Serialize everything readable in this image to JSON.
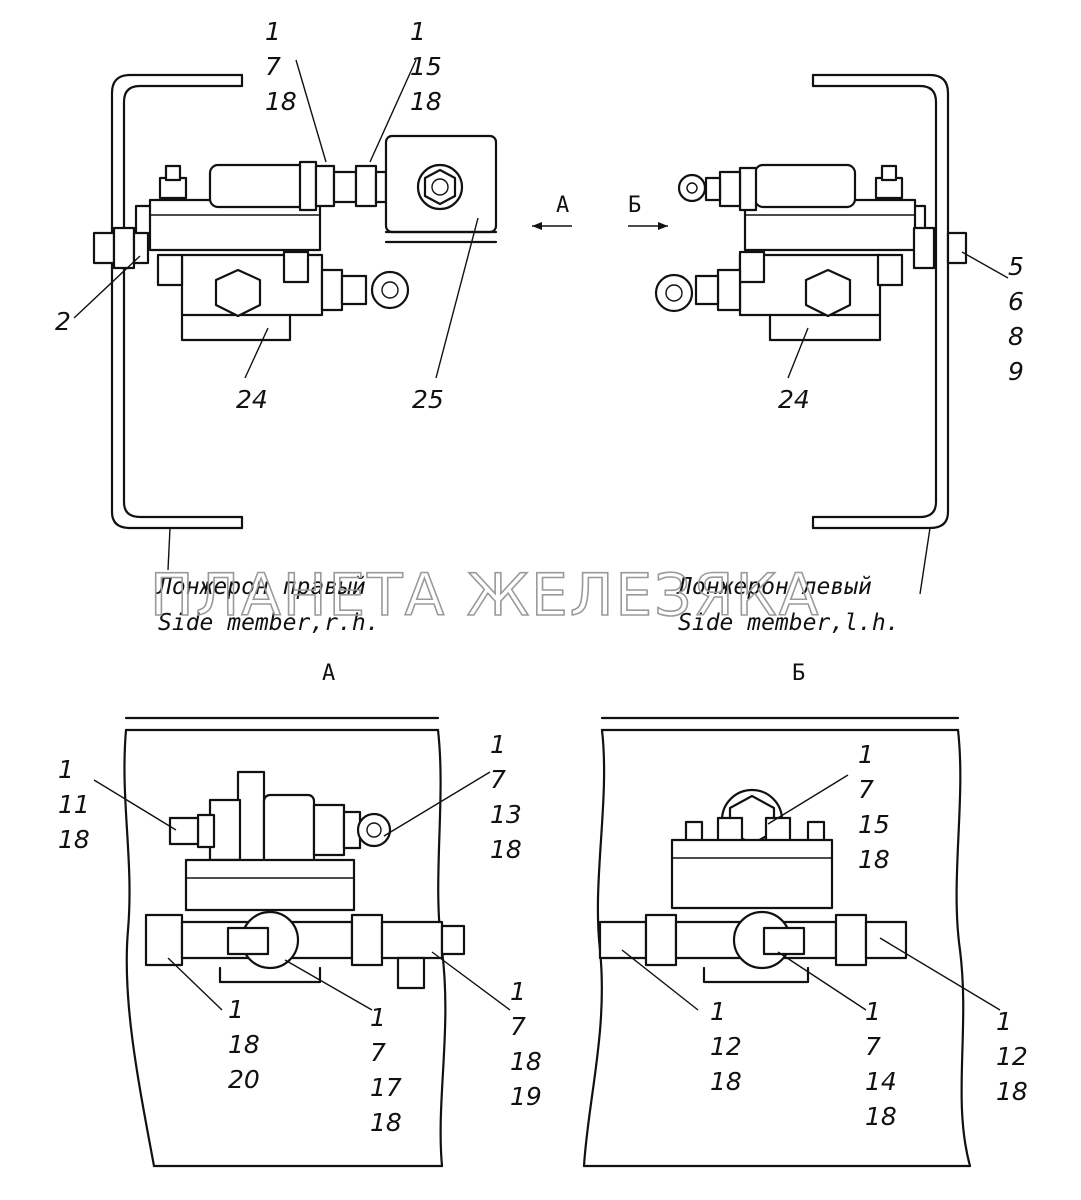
{
  "watermark": "ПЛАНЕТА ЖЕЛЕЗЯКА",
  "top_view": {
    "arrow_a": "А",
    "arrow_b": "Б",
    "right_member": {
      "label_ru": "Лонжерон правый",
      "label_en": "Side member,r.h."
    },
    "left_member": {
      "label_ru": "Лонжерон левый",
      "label_en": "Side member,l.h."
    },
    "callouts": {
      "c1": [
        "1",
        "7",
        "18"
      ],
      "c2": [
        "1",
        "15",
        "18"
      ],
      "c3": [
        "2"
      ],
      "c4": [
        "24"
      ],
      "c5": [
        "25"
      ],
      "c6": [
        "5",
        "6",
        "8",
        "9"
      ],
      "c7": [
        "24"
      ]
    }
  },
  "view_a": {
    "title": "А",
    "callouts": {
      "c1": [
        "1",
        "11",
        "18"
      ],
      "c2": [
        "1",
        "7",
        "13",
        "18"
      ],
      "c3": [
        "1",
        "18",
        "20"
      ],
      "c4": [
        "1",
        "7",
        "17",
        "18"
      ],
      "c5": [
        "1",
        "7",
        "18",
        "19"
      ]
    }
  },
  "view_b": {
    "title": "Б",
    "callouts": {
      "c1": [
        "1",
        "7",
        "15",
        "18"
      ],
      "c2": [
        "1",
        "12",
        "18"
      ],
      "c3": [
        "1",
        "7",
        "14",
        "18"
      ],
      "c4": [
        "1",
        "12",
        "18"
      ]
    }
  }
}
